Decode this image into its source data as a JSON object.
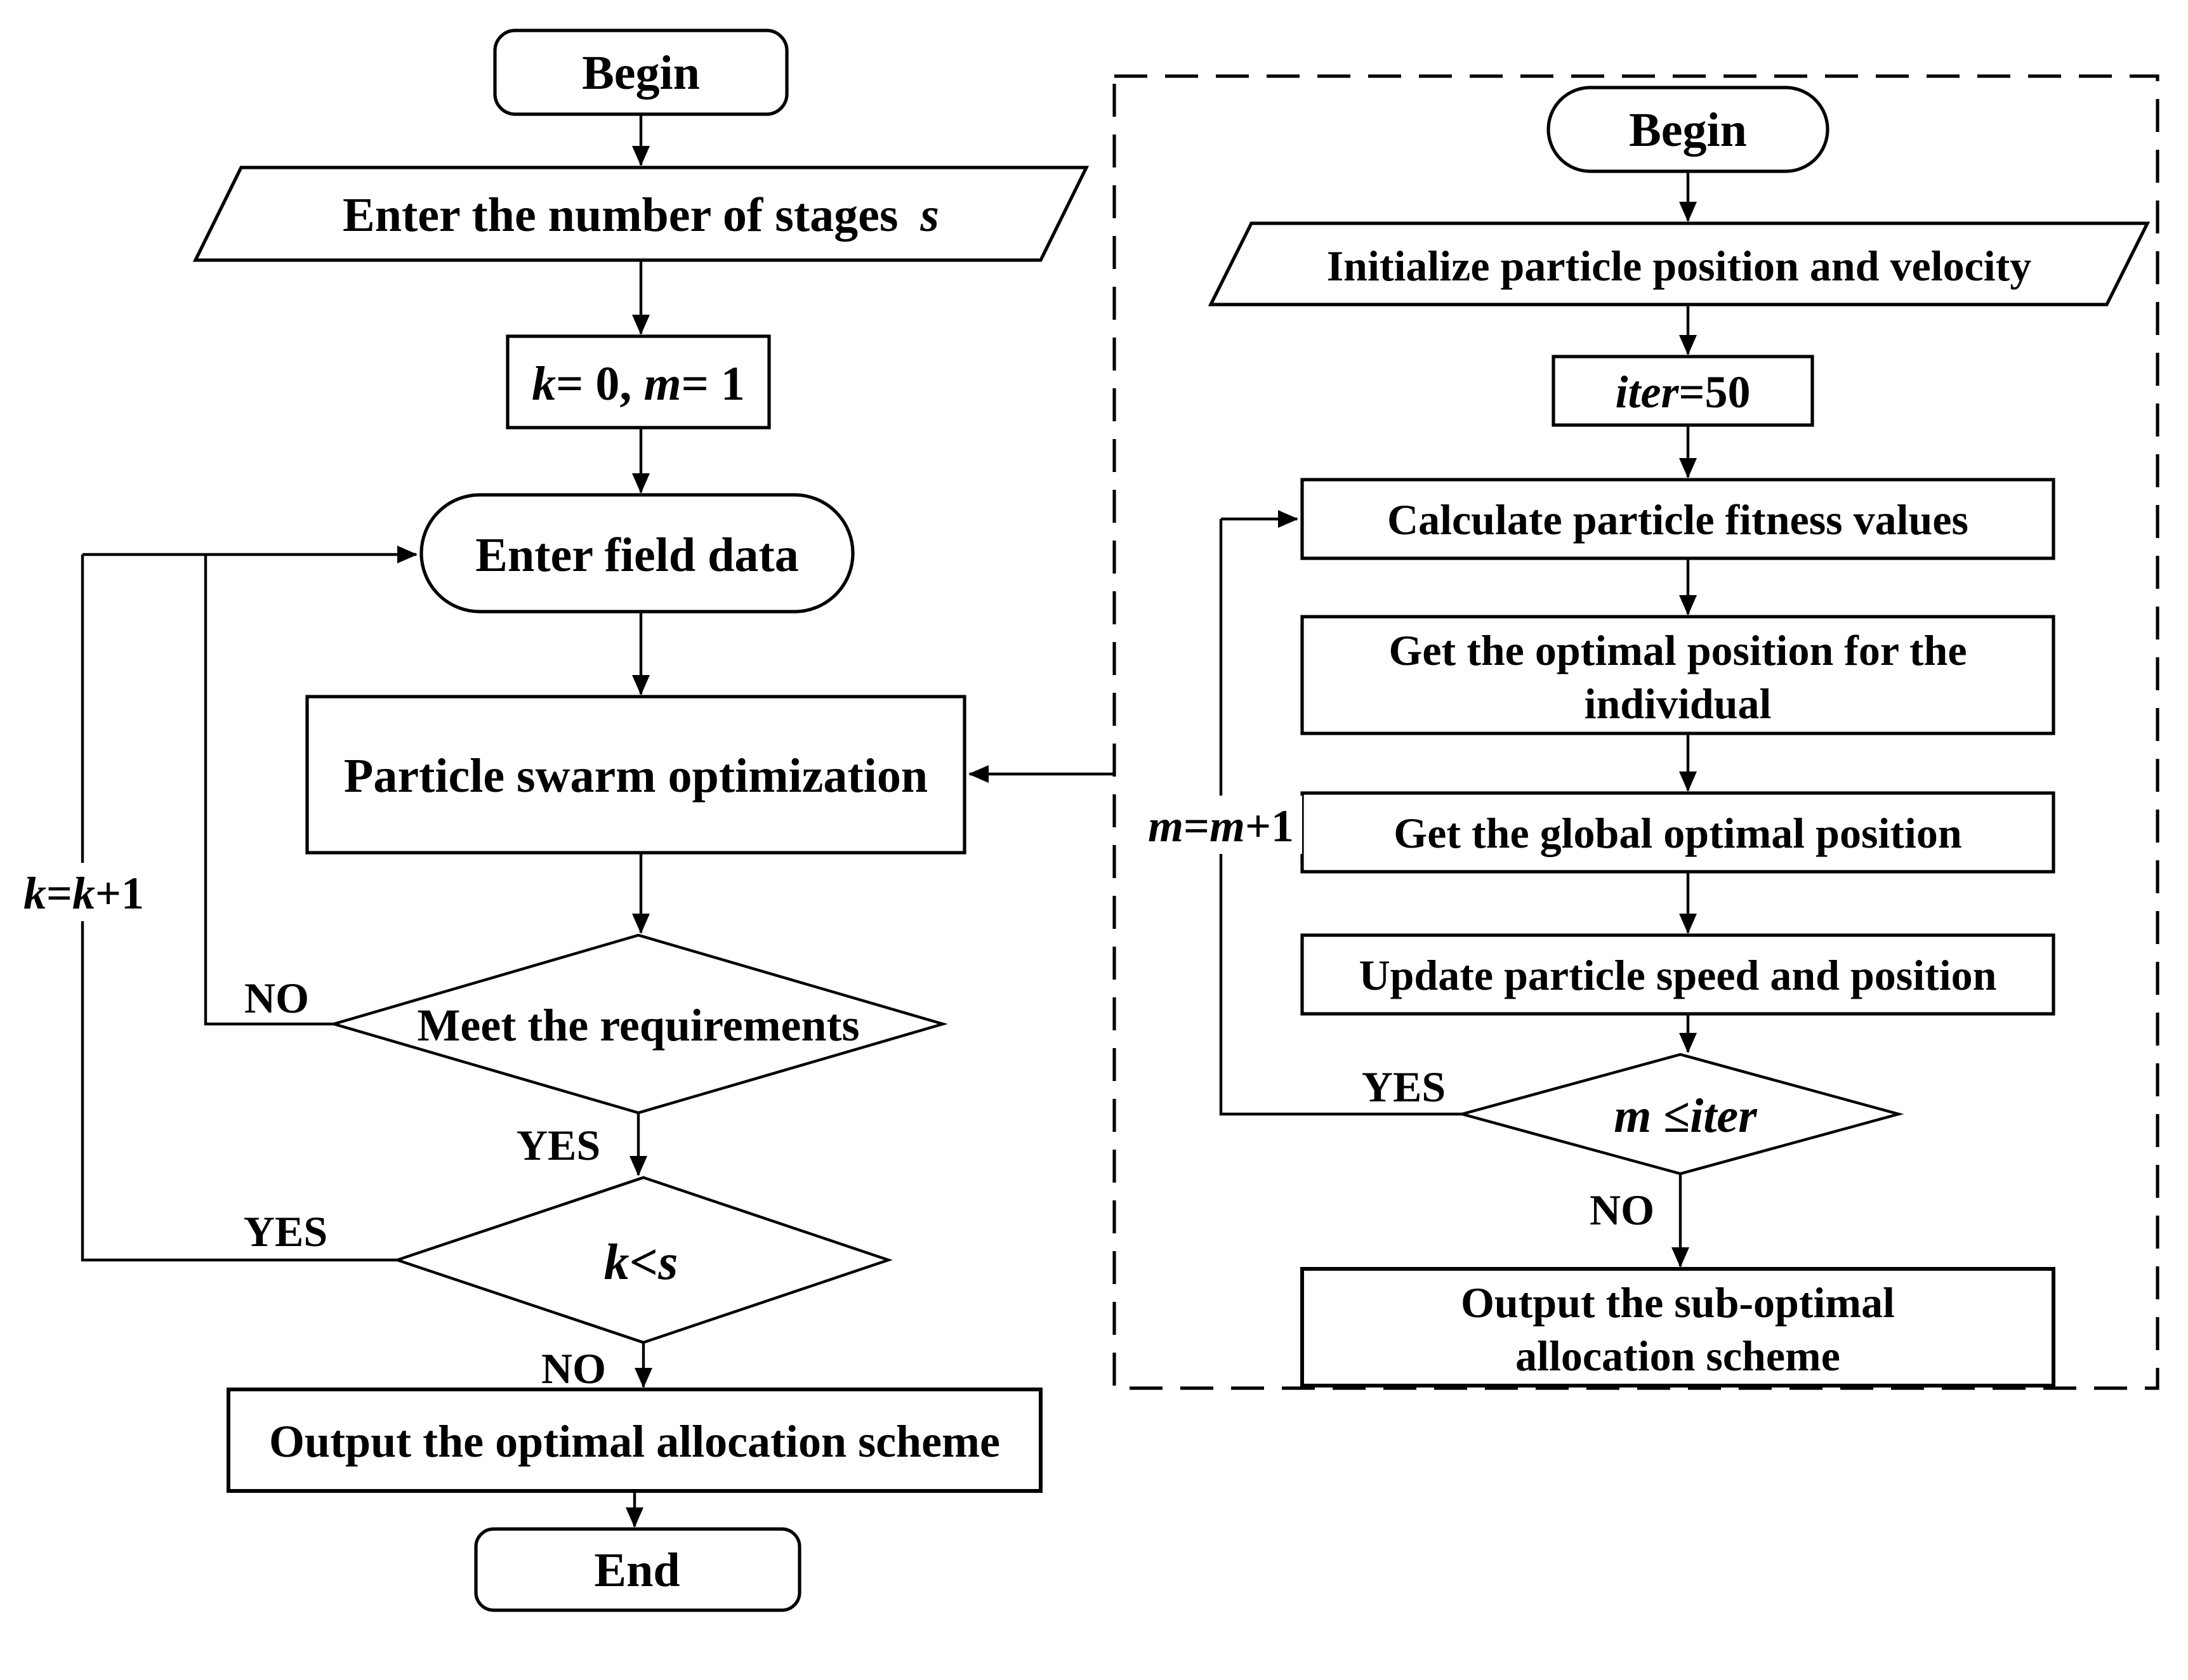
{
  "colors": {
    "output_fill": "#c3d69b",
    "stroke": "#000000",
    "background": "#ffffff"
  },
  "left": {
    "begin": "Begin",
    "stages_text": "Enter the number of stages ",
    "stages_var": "s",
    "init_p1": "k",
    "init_p2": "= 0, ",
    "init_p3": "m",
    "init_p4": "= 1",
    "field": "Enter field data",
    "pso": "Particle swarm optimization",
    "meet": "Meet the requirements",
    "meet_no": "NO",
    "meet_yes": "YES",
    "cmp_p1": "k",
    "cmp_p2": "<",
    "cmp_p3": "s",
    "cmp_yes": "YES",
    "cmp_no": "NO",
    "inc_p1": "k",
    "inc_p2": "=",
    "inc_p3": "k",
    "inc_p4": "+1",
    "output": "Output the optimal allocation scheme",
    "end": "End"
  },
  "right": {
    "begin": "Begin",
    "initialize": "Initialize particle position and velocity",
    "iter_p1": "iter",
    "iter_p2": "=50",
    "calc": "Calculate particle fitness values",
    "indiv_l1": "Get the optimal position for the",
    "indiv_l2": "individual",
    "global": "Get the global optimal position",
    "update": "Update particle speed and position",
    "cond_p1": "m ",
    "cond_p2": "≤",
    "cond_p3": "iter",
    "cond_yes": "YES",
    "cond_no": "NO",
    "inc_p1": "m",
    "inc_p2": "=",
    "inc_p3": "m",
    "inc_p4": "+1",
    "output_l1": "Output the sub-optimal",
    "output_l2": "allocation scheme"
  }
}
